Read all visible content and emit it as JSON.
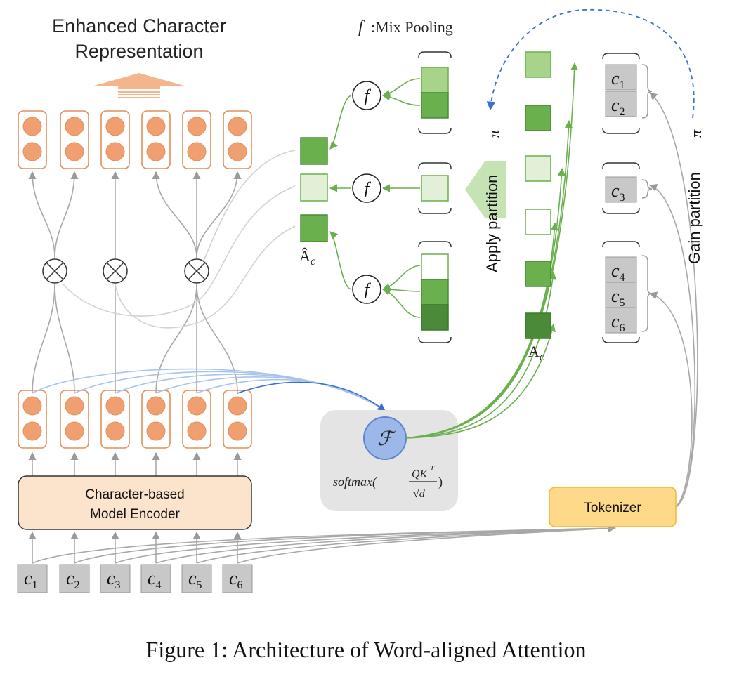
{
  "title": {
    "line1": "Enhanced Character",
    "line2": "Representation"
  },
  "mix_pooling": {
    "symbol": "f",
    "label": ":Mix Pooling",
    "node_symbol": "f"
  },
  "encoder": {
    "line1": "Character-based",
    "line2": "Model Encoder"
  },
  "characters": [
    {
      "base": "c",
      "sub": "1"
    },
    {
      "base": "c",
      "sub": "2"
    },
    {
      "base": "c",
      "sub": "3"
    },
    {
      "base": "c",
      "sub": "4"
    },
    {
      "base": "c",
      "sub": "5"
    },
    {
      "base": "c",
      "sub": "6"
    }
  ],
  "word_groups": [
    [
      {
        "base": "c",
        "sub": "1"
      },
      {
        "base": "c",
        "sub": "2"
      }
    ],
    [
      {
        "base": "c",
        "sub": "3"
      }
    ],
    [
      {
        "base": "c",
        "sub": "4"
      },
      {
        "base": "c",
        "sub": "5"
      },
      {
        "base": "c",
        "sub": "6"
      }
    ]
  ],
  "attention": {
    "symbol": "ℱ",
    "formula_prefix": "softmax(",
    "formula_numerator": "QK",
    "formula_sup": "T",
    "formula_denominator": "√d",
    "formula_suffix": ")"
  },
  "tokenizer": {
    "label": "Tokenizer"
  },
  "labels": {
    "apply_partition": "Apply partition",
    "gain_partition": "Gain partition",
    "pi_symbol": "π",
    "pooled_matrix": "Â",
    "pooled_matrix_sub": "c",
    "attention_matrix": "A",
    "attention_matrix_sub": "c"
  },
  "caption": "Figure 1: Architecture of Word-aligned Attention",
  "colors": {
    "orange_fill": "#f0a070",
    "orange_border": "#e0905c",
    "green_light": "#a8d48a",
    "green_pale": "#e2f0d8",
    "green_mid": "#6ab04c",
    "green_dark": "#4a8a38",
    "gray_box": "#c8c8c8",
    "blue": "#3a6fd8",
    "encoder_fill": "#fce4cc",
    "tokenizer_fill": "#ffd98a"
  }
}
